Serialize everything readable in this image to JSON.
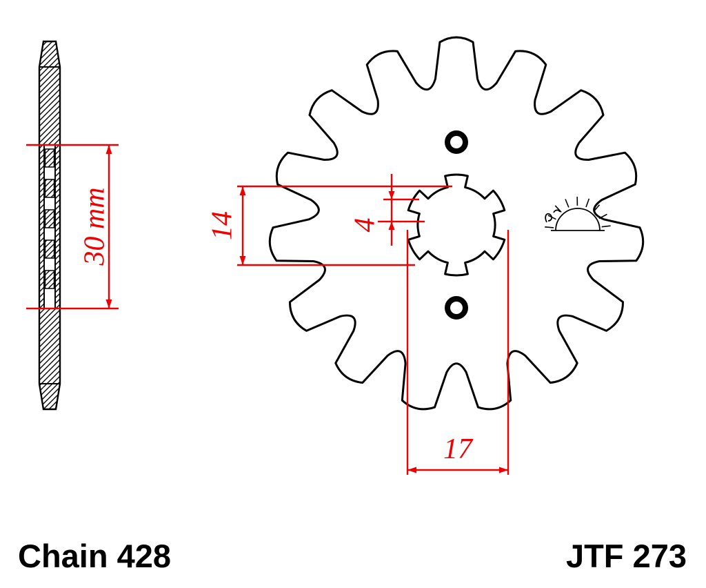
{
  "drawing": {
    "footer": {
      "left": "Chain 428",
      "right": "JTF 273"
    },
    "dimensions": {
      "hub_width": "30 mm",
      "spline_span": "14",
      "spline_depth": "4",
      "bore_diameter": "17"
    },
    "colors": {
      "dimension_red": "#ee0000",
      "line_black": "#000000",
      "background": "#ffffff"
    }
  }
}
